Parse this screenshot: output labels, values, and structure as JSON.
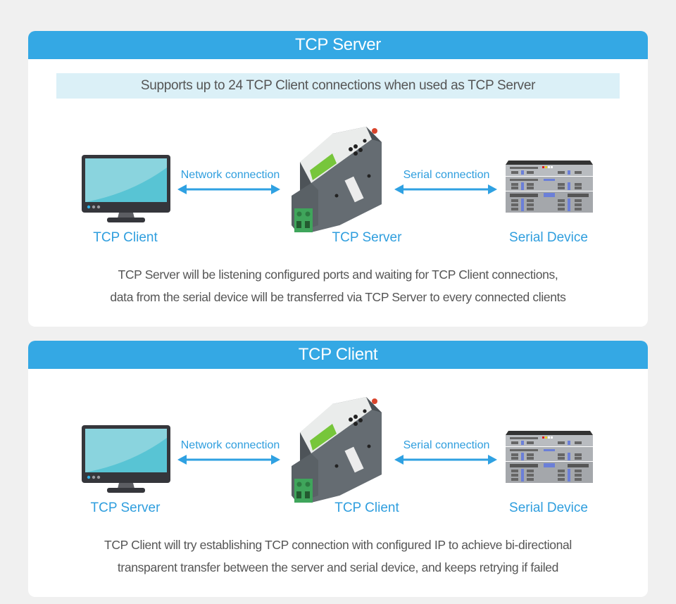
{
  "colors": {
    "page_background": "#f0f0f0",
    "header_blue": "#34a8e4",
    "label_blue": "#2f9ede",
    "note_band": "#dbf0f7",
    "body_text": "#555555"
  },
  "sections": [
    {
      "title": "TCP Server",
      "note": "Supports up to 24 TCP Client connections when used as TCP Server",
      "nodes": {
        "left": {
          "label": "TCP Client",
          "icon": "monitor-icon"
        },
        "center": {
          "label": "TCP Server",
          "icon": "din-rail-device-icon"
        },
        "right": {
          "label": "Serial Device",
          "icon": "server-rack-icon"
        }
      },
      "links": {
        "left": {
          "label": "Network connection",
          "icon": "double-arrow-icon"
        },
        "right": {
          "label": "Serial connection",
          "icon": "double-arrow-icon"
        }
      },
      "description": [
        "TCP Server will be listening configured ports and waiting for TCP Client connections,",
        "data from the serial device will be transferred via TCP Server to every connected clients"
      ]
    },
    {
      "title": "TCP Client",
      "nodes": {
        "left": {
          "label": "TCP Server",
          "icon": "monitor-icon"
        },
        "center": {
          "label": "TCP Client",
          "icon": "din-rail-device-icon"
        },
        "right": {
          "label": "Serial Device",
          "icon": "server-rack-icon"
        }
      },
      "links": {
        "left": {
          "label": "Network connection",
          "icon": "double-arrow-icon"
        },
        "right": {
          "label": "Serial connection",
          "icon": "double-arrow-icon"
        }
      },
      "description": [
        "TCP Client will try establishing TCP connection with configured IP to achieve bi-directional",
        "transparent transfer between the server and serial device, and keeps retrying if failed"
      ]
    }
  ]
}
